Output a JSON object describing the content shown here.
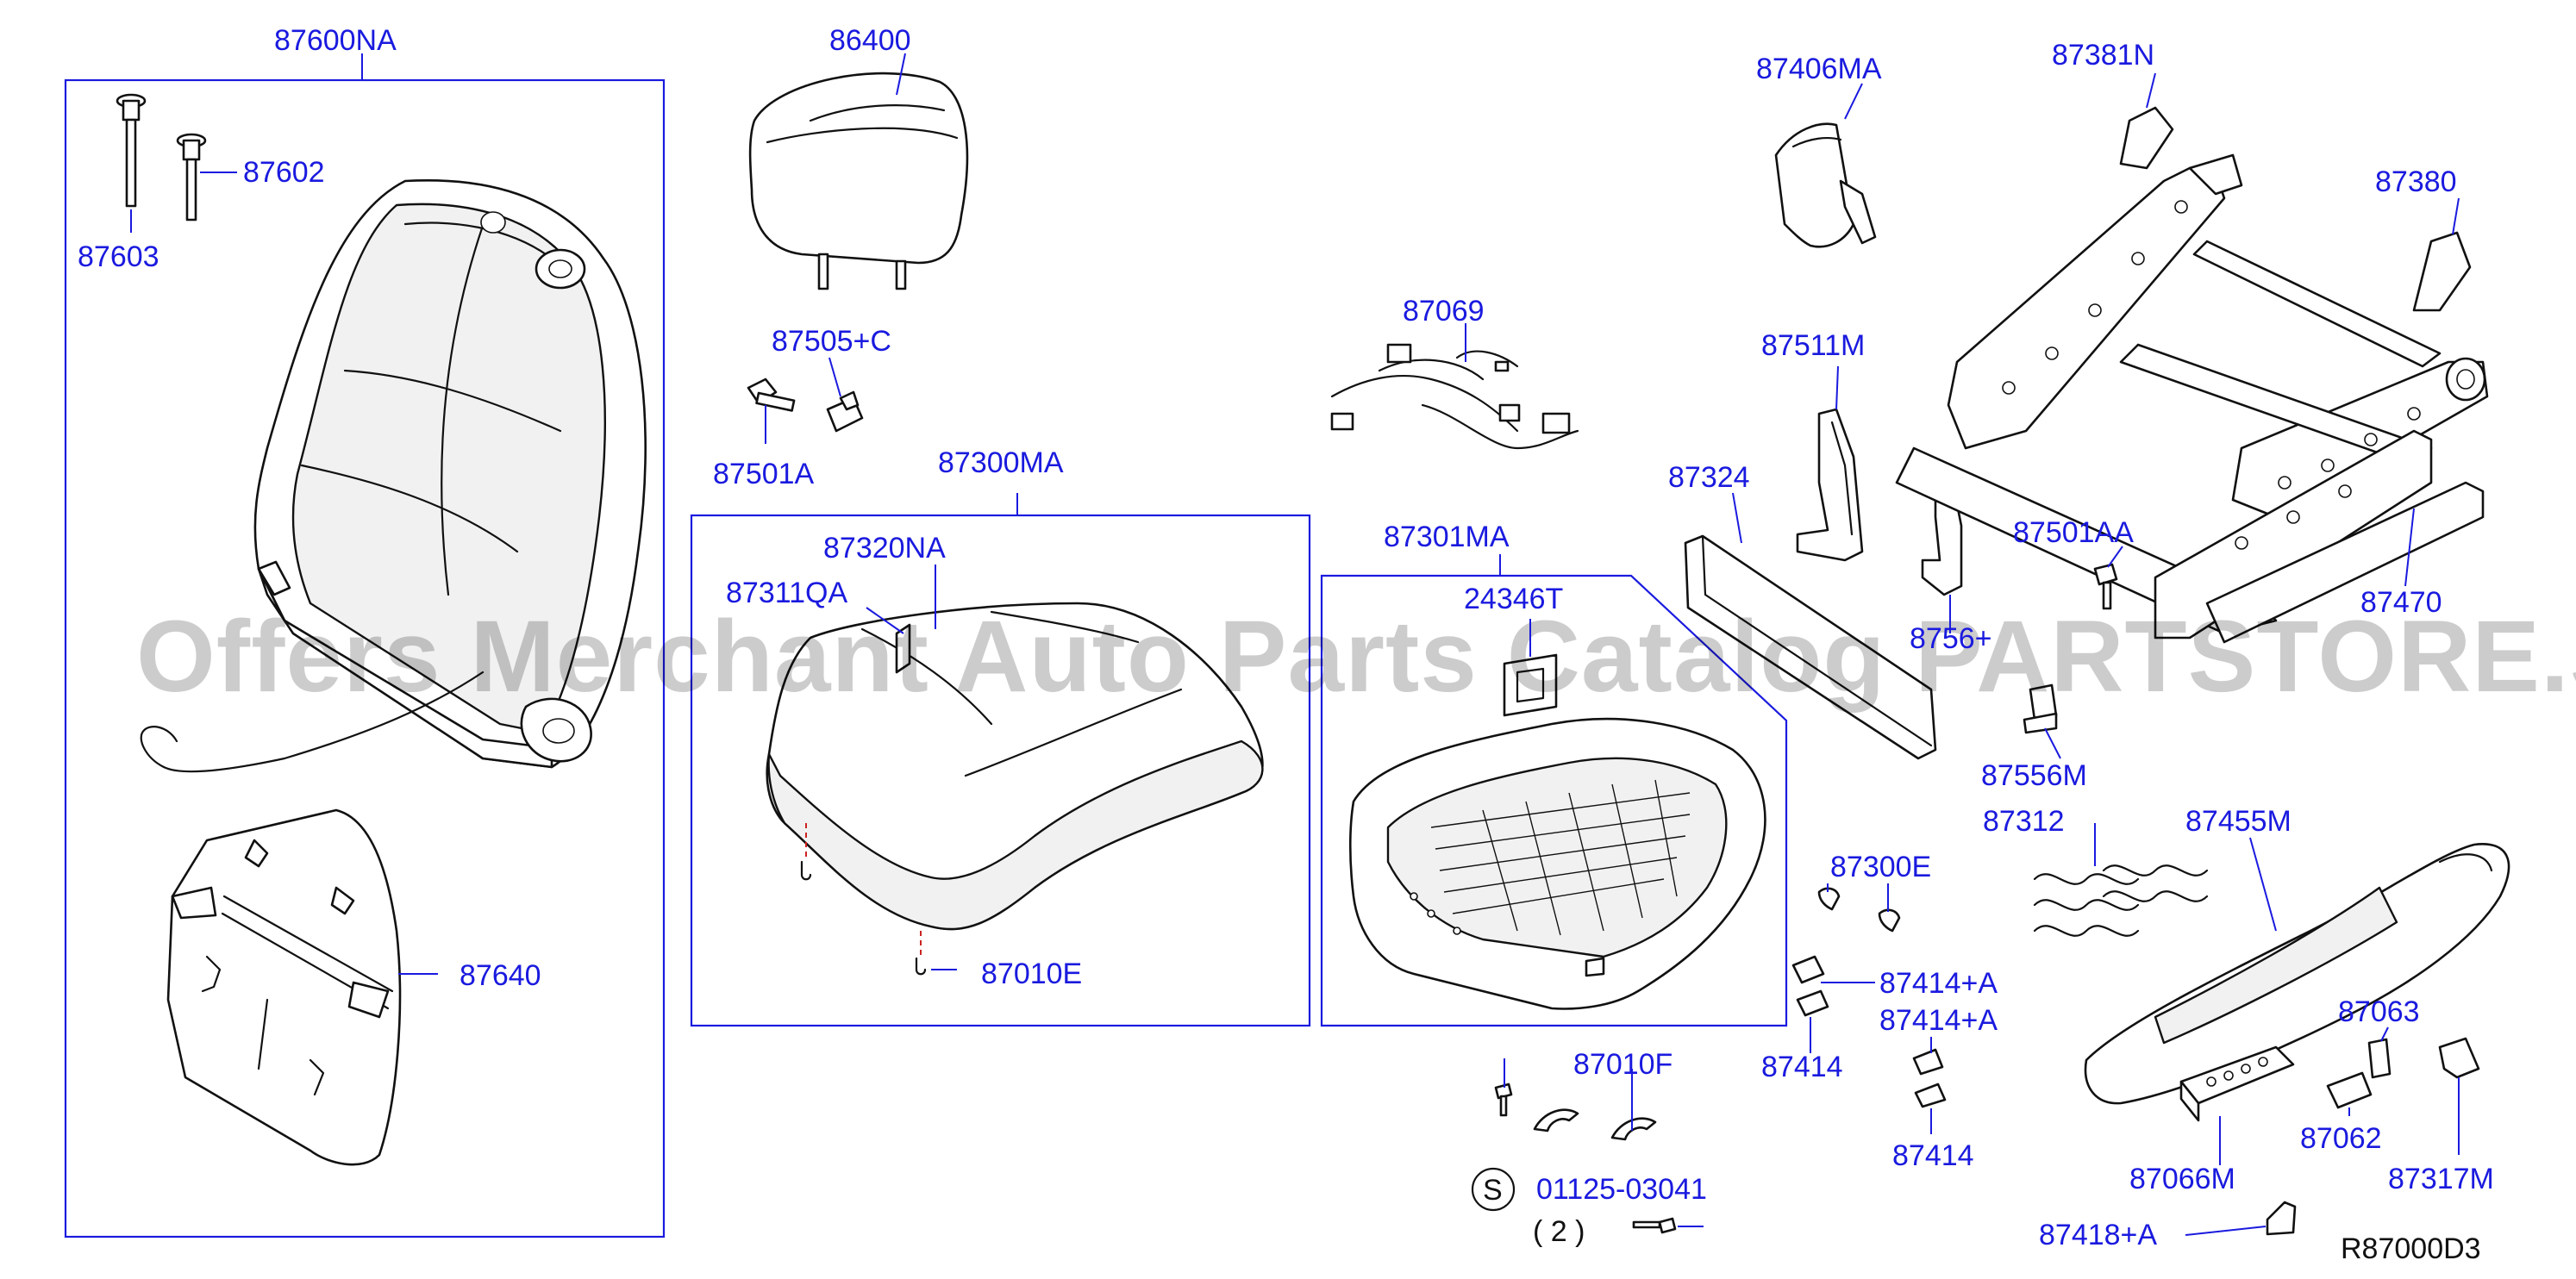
{
  "diagram": {
    "diagram_ref": "R87000D3",
    "watermark": "Offers Merchant Auto Parts Catalog PARTSTORE.SA",
    "colors": {
      "label": "#1a1adf",
      "line": "#111111",
      "clip_dash": "#cc2222",
      "watermark": "#000000"
    },
    "symbol_s": "S",
    "quantity_note": "( 2 )",
    "part_labels": {
      "p87600NA": "87600NA",
      "p87603": "87603",
      "p87602": "87602",
      "p87640": "87640",
      "p86400": "86400",
      "p87505C": "87505+C",
      "p87501A": "87501A",
      "p87300MA": "87300MA",
      "p87320NA": "87320NA",
      "p87311QA": "87311QA",
      "p87010E": "87010E",
      "p87069": "87069",
      "p87301MA": "87301MA",
      "p24346T": "24346T",
      "p87010F": "87010F",
      "p01125": "01125-03041",
      "p87406MA": "87406MA",
      "p87511M": "87511M",
      "p87324": "87324",
      "p8756x": "8756+",
      "p87300E": "87300E",
      "p87414Aa": "87414+A",
      "p87414Ab": "87414+A",
      "p87414a": "87414",
      "p87414b": "87414",
      "p87381N": "87381N",
      "p87380": "87380",
      "p87501AA": "87501AA",
      "p87470": "87470",
      "p87556M": "87556M",
      "p87312": "87312",
      "p87455M": "87455M",
      "p87063": "87063",
      "p87062": "87062",
      "p87317M": "87317M",
      "p87066M": "87066M",
      "p87418A": "87418+A"
    }
  }
}
